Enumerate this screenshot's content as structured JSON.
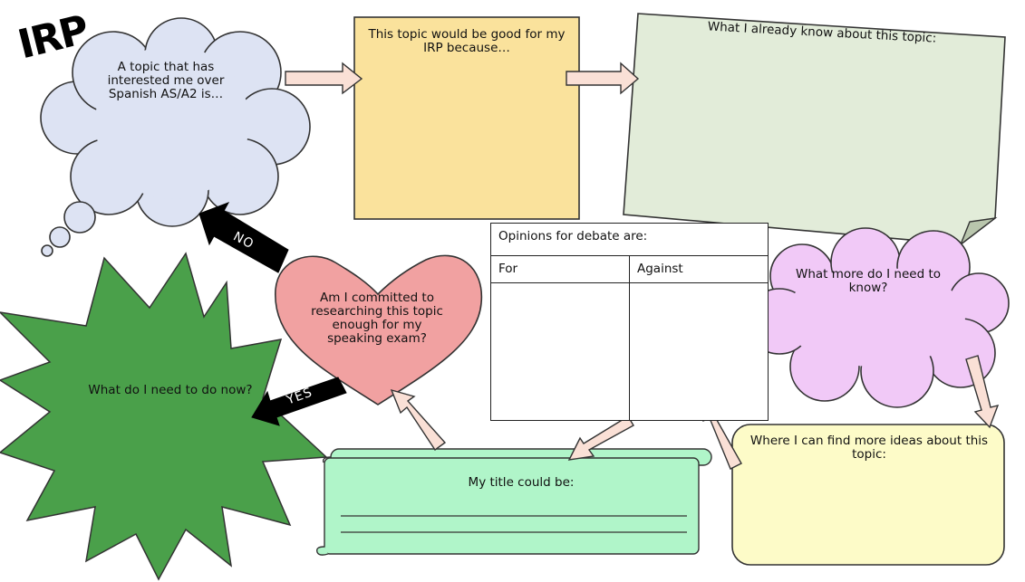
{
  "title": "IRP",
  "cloud_topic": {
    "text": "A topic that has interested me over Spanish AS/A2 is…"
  },
  "box_good": {
    "text": "This topic would be good for my IRP because…"
  },
  "box_know": {
    "text": "What I already know about this topic:"
  },
  "heart": {
    "text": "Am I committed to researching this topic enough for my speaking exam?"
  },
  "arrow_no": {
    "label": "NO"
  },
  "arrow_yes": {
    "label": "YES"
  },
  "star": {
    "text": "What do I need to do now?"
  },
  "debate": {
    "header": "Opinions for debate are:",
    "col_for": "For",
    "col_against": "Against"
  },
  "cloud_more": {
    "text": "What more do I need to know?"
  },
  "box_ideas": {
    "text": "Where I can find more ideas about this topic:"
  },
  "scroll": {
    "text": "My title could be:"
  },
  "colors": {
    "cloud_blue": "#dde3f3",
    "note_yellow": "#fae29c",
    "paper_green": "#e2ecd9",
    "heart_pink": "#f1a1a1",
    "star_green": "#4aa04a",
    "cloud_purple": "#f1c9f7",
    "box_cream": "#fdfbc8",
    "scroll_mint": "#b0f5c9",
    "arrow_peach": "#fae0d6"
  }
}
